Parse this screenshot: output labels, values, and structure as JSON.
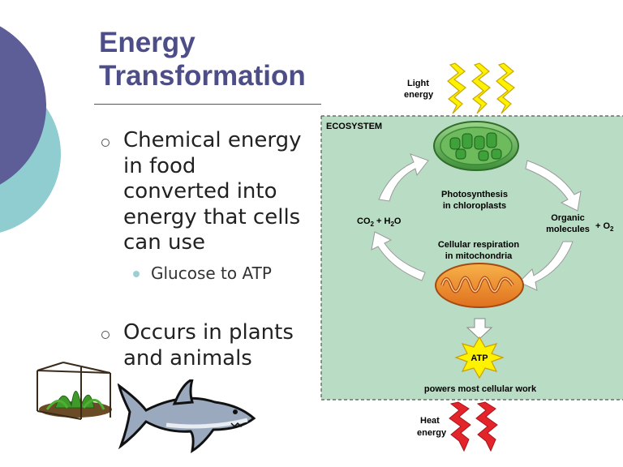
{
  "slide": {
    "title_line1": "Energy",
    "title_line2": "Transformation",
    "bullets": [
      {
        "lines": [
          "Chemical energy",
          "in food",
          "converted into",
          "energy that cells",
          "can use"
        ]
      },
      {
        "lines": [
          "Occurs in plants",
          "and animals"
        ]
      }
    ],
    "sub_bullet": "Glucose to ATP"
  },
  "diagram": {
    "light_energy": [
      "Light",
      "energy"
    ],
    "ecosystem": "ECOSYSTEM",
    "photosynthesis": [
      "Photosynthesis",
      "in chloroplasts"
    ],
    "co2": "CO",
    "co2_sub": "2",
    "co2_plus": " + H",
    "h2o_sub": "2",
    "h2o_o": "O",
    "organic": [
      "Organic",
      "molecules"
    ],
    "o2_plus": "+ O",
    "o2_sub": "2",
    "respiration": [
      "Cellular respiration",
      "in mitochondria"
    ],
    "atp": "ATP",
    "powers": "powers most cellular work",
    "heat_energy": [
      "Heat",
      "energy"
    ]
  },
  "colors": {
    "title": "#4d4d88",
    "ecosystem_bg": "#b9dcc4",
    "circle_dark": "#5d5d97",
    "circle_teal": "#8fcdd0"
  }
}
